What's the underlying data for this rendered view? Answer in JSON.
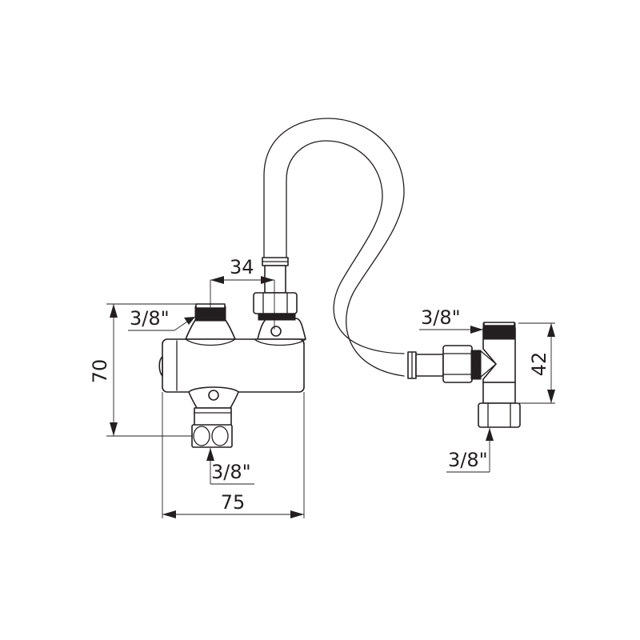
{
  "drawing": {
    "title": "Thermostatic mixing valve with flexible hose and tee fitting",
    "colors": {
      "line": "#231f20",
      "background": "#ffffff"
    },
    "dimensions": {
      "inlet_spacing": "34",
      "height": "70",
      "width": "75",
      "tee_height": "42"
    },
    "labels": {
      "left_top_inlet": "3/8\"",
      "bottom_outlet": "3/8\"",
      "tee_top": "3/8\"",
      "tee_bottom": "3/8\""
    },
    "components": [
      "mixing-valve-body",
      "flexible-hose",
      "compression-nut",
      "tee-fitting"
    ]
  }
}
